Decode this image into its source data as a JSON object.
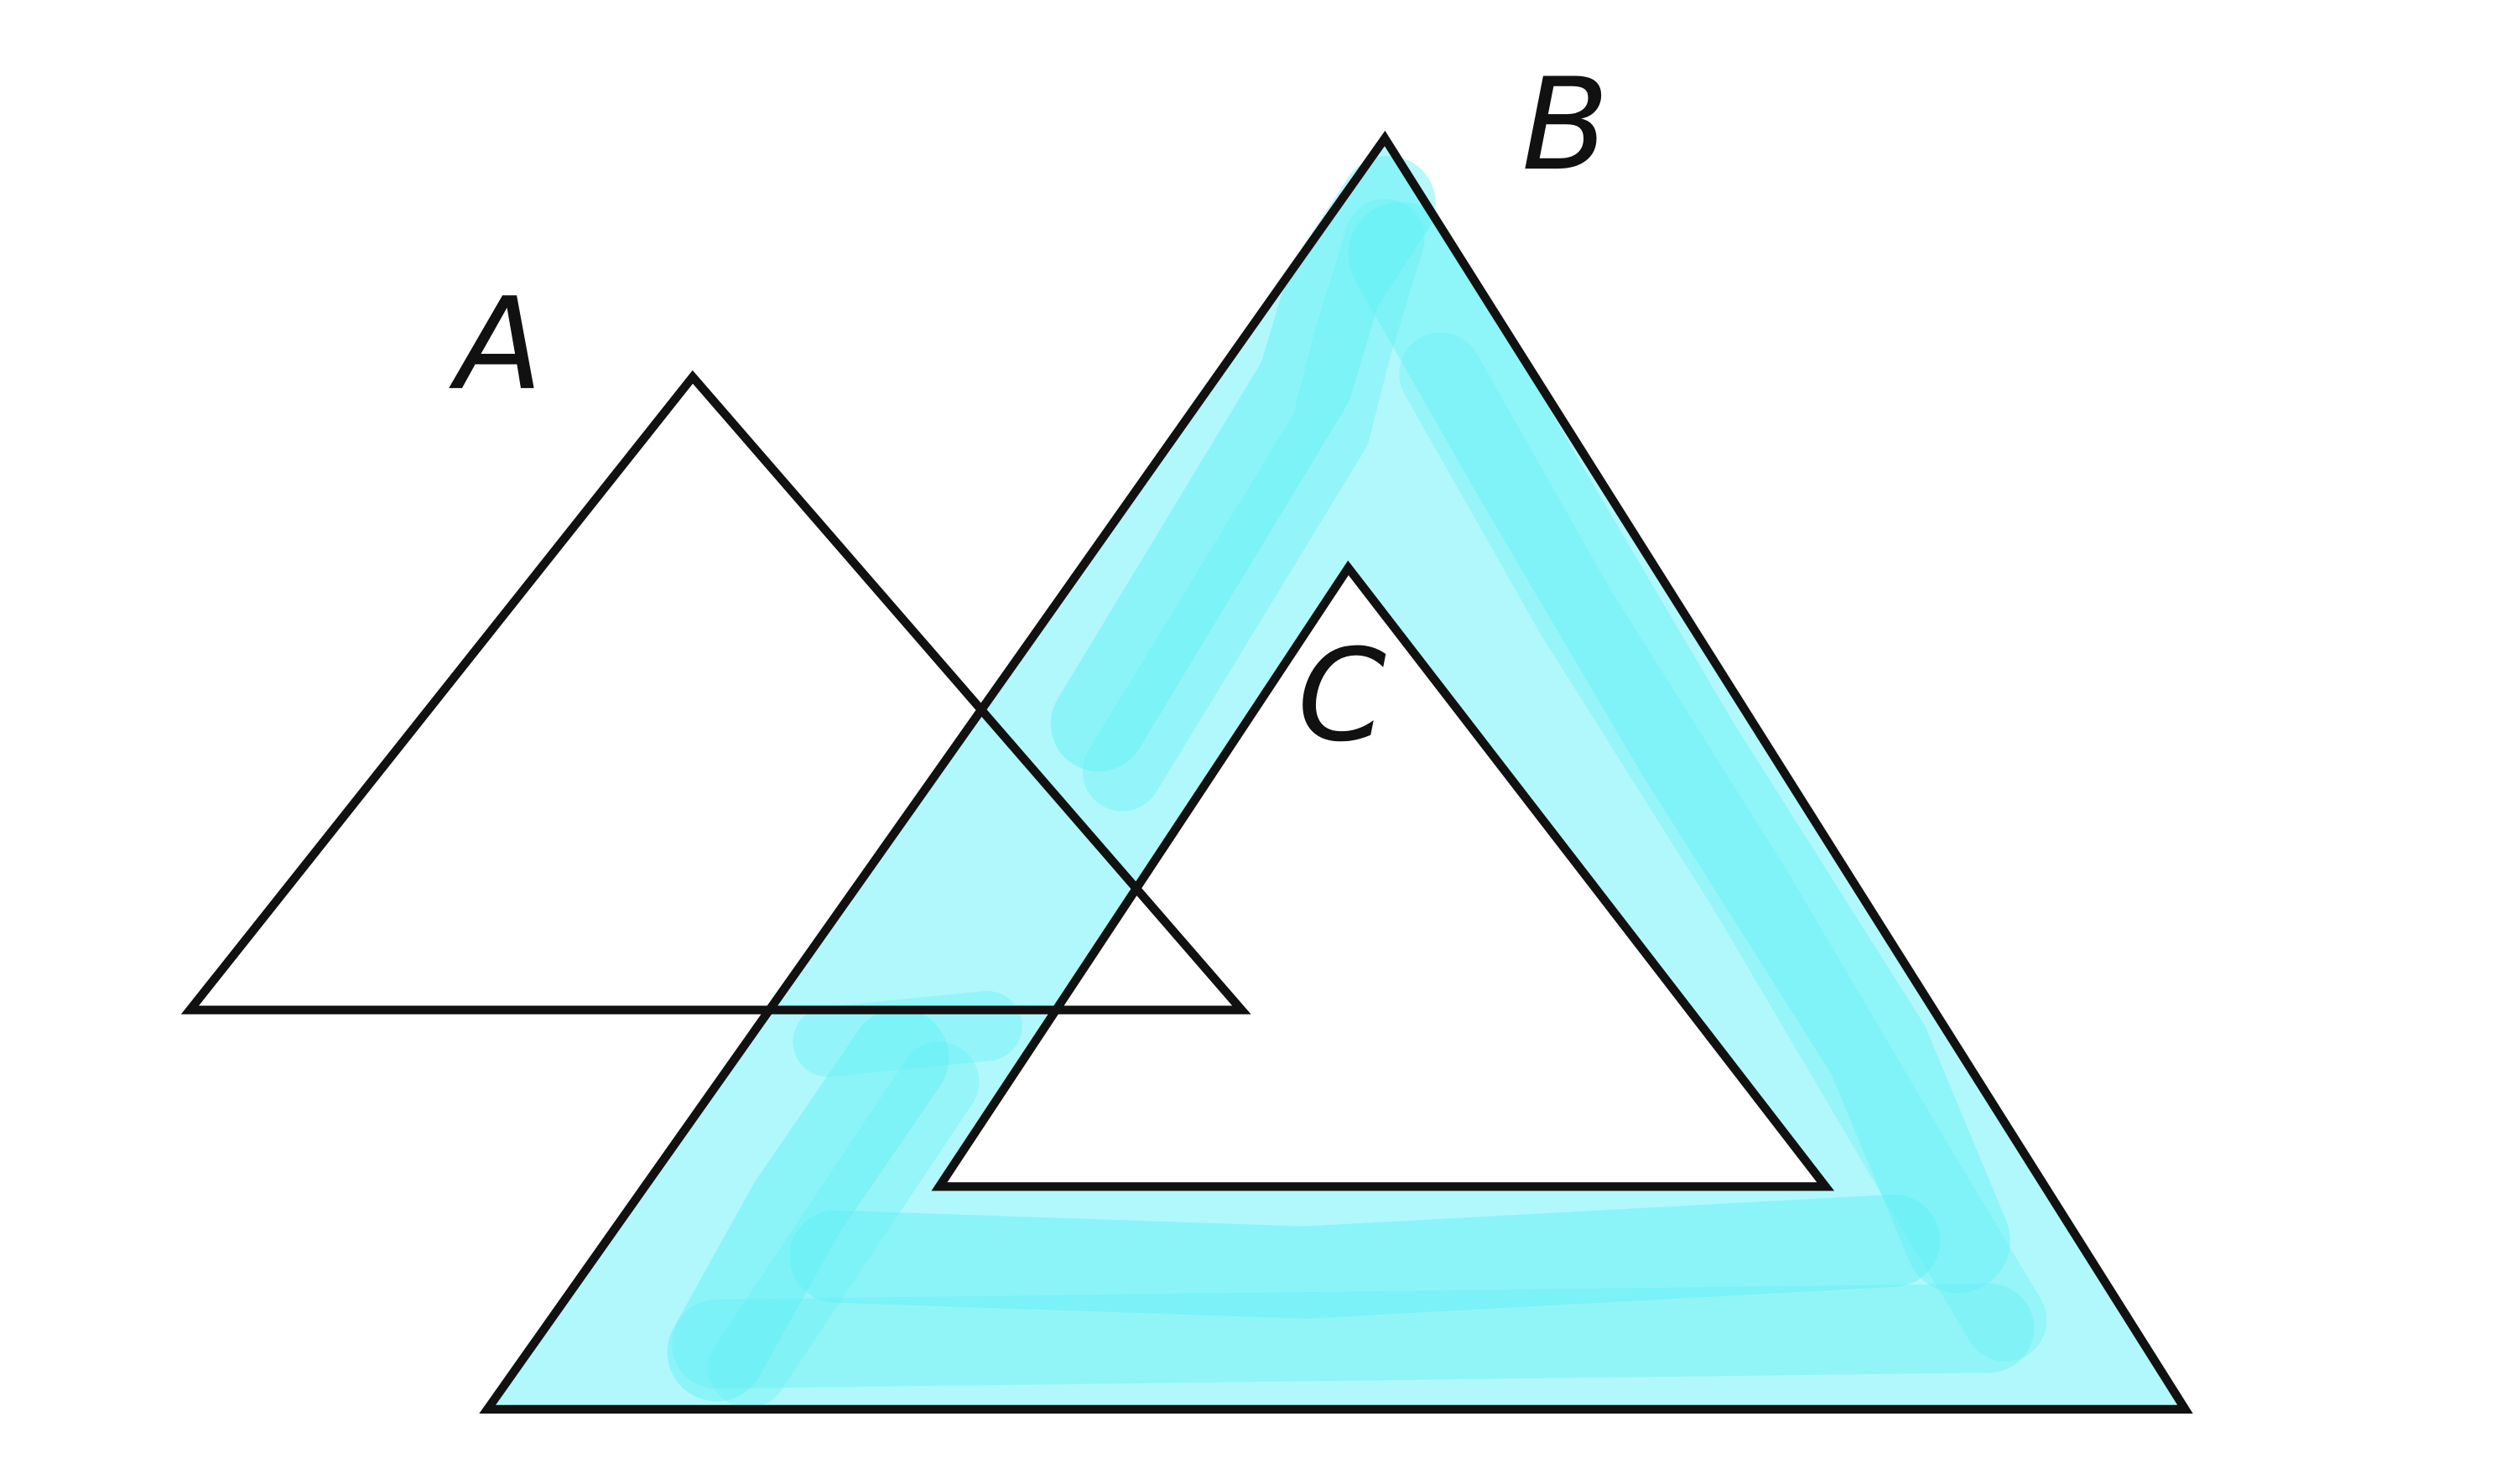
{
  "diagram": {
    "labels": {
      "a": "A",
      "b": "B",
      "c": "C"
    },
    "highlight": {
      "region": "B minus C",
      "color": "#7ff4f8"
    },
    "outline_color": "#111111",
    "background": "#ffffff"
  }
}
